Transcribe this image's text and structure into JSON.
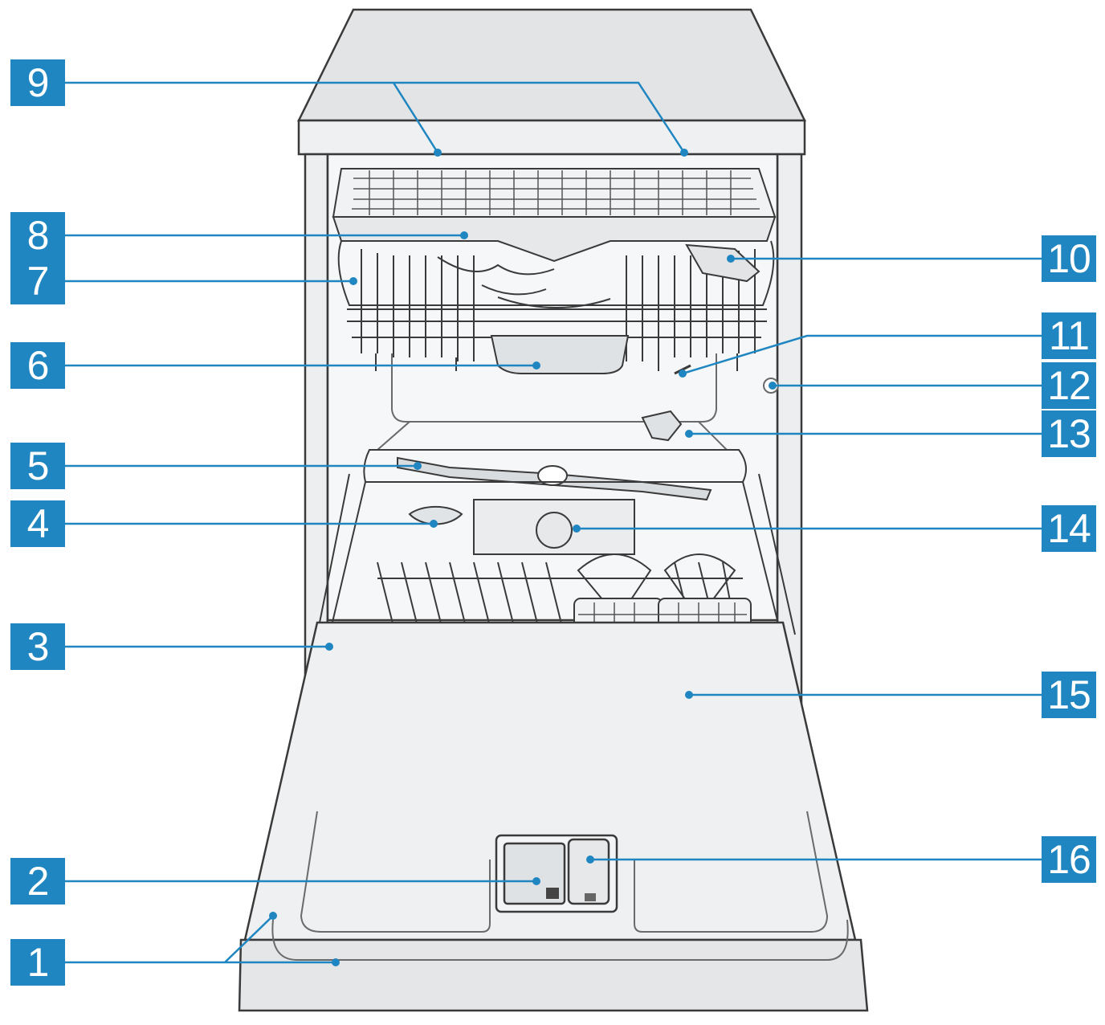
{
  "colors": {
    "badge": "#1f86c1",
    "leader": "#1f86c1",
    "outline": "#3a3a3a",
    "appliance_fill": "#e4e6e8",
    "rack_fill": "#f4f4f4"
  },
  "labels": {
    "n1": "1",
    "n2": "2",
    "n3": "3",
    "n4": "4",
    "n5": "5",
    "n6": "6",
    "n7": "7",
    "n8": "8",
    "n9": "9",
    "n10": "10",
    "n11": "11",
    "n12": "12",
    "n13": "13",
    "n14": "14",
    "n15": "15",
    "n16": "16"
  }
}
